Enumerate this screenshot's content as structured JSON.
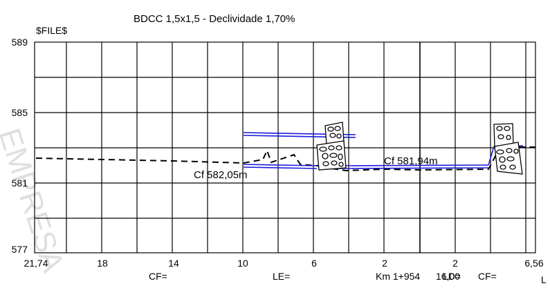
{
  "title": "BDCC 1,5x1,5 - Declividade 1,70%",
  "file_label": "$FILE$",
  "y_ticks": [
    "589",
    "585",
    "581",
    "577"
  ],
  "x_ticks": [
    "21,74",
    "18",
    "14",
    "10",
    "6",
    "2",
    "2",
    "6,56"
  ],
  "bottom_labels": {
    "cf_left": "CF=",
    "le": "LE=",
    "km": "Km 1+954",
    "station": "16,00",
    "ld": "LD=",
    "cf_right": "CF=",
    "edge": "L"
  },
  "annotations": {
    "cf_left": "Cf 582,05m",
    "cf_right": "Cf 581,94m"
  },
  "watermark": "EMPRESA",
  "colors": {
    "pipe": "#1a1adc",
    "grid": "#000000",
    "ground": "#000000"
  }
}
